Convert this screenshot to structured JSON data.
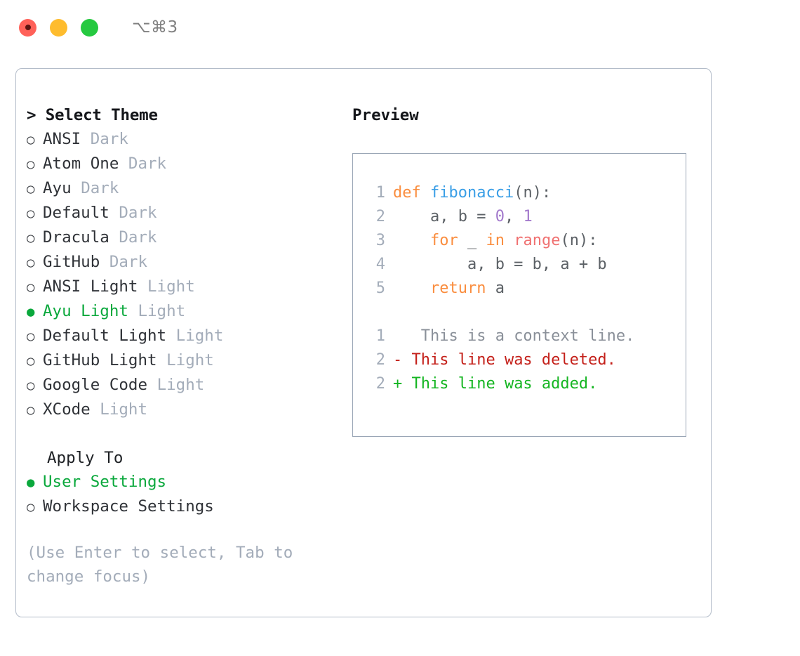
{
  "titlebar": {
    "shortcut": "⌥⌘3",
    "lights": [
      "close",
      "minimize",
      "maximize"
    ]
  },
  "theme_picker": {
    "heading_prefix": "> ",
    "heading": "Select Theme",
    "items": [
      {
        "marker": "○",
        "name": "ANSI",
        "variant": "Dark",
        "selected": false
      },
      {
        "marker": "○",
        "name": "Atom One",
        "variant": "Dark",
        "selected": false
      },
      {
        "marker": "○",
        "name": "Ayu",
        "variant": "Dark",
        "selected": false
      },
      {
        "marker": "○",
        "name": "Default",
        "variant": "Dark",
        "selected": false
      },
      {
        "marker": "○",
        "name": "Dracula",
        "variant": "Dark",
        "selected": false
      },
      {
        "marker": "○",
        "name": "GitHub",
        "variant": "Dark",
        "selected": false
      },
      {
        "marker": "○",
        "name": "ANSI Light",
        "variant": "Light",
        "selected": false
      },
      {
        "marker": "●",
        "name": "Ayu Light",
        "variant": "Light",
        "selected": true
      },
      {
        "marker": "○",
        "name": "Default Light",
        "variant": "Light",
        "selected": false
      },
      {
        "marker": "○",
        "name": "GitHub Light",
        "variant": "Light",
        "selected": false
      },
      {
        "marker": "○",
        "name": "Google Code",
        "variant": "Light",
        "selected": false
      },
      {
        "marker": "○",
        "name": "XCode",
        "variant": "Light",
        "selected": false
      }
    ]
  },
  "apply_to": {
    "heading": "Apply To",
    "items": [
      {
        "marker": "●",
        "name": "User Settings",
        "selected": true
      },
      {
        "marker": "○",
        "name": "Workspace Settings",
        "selected": false
      }
    ]
  },
  "hint": "(Use Enter to select, Tab to change focus)",
  "preview": {
    "title": "Preview",
    "code_lines": [
      {
        "n": "1",
        "tokens": [
          {
            "t": "def ",
            "c": "kw"
          },
          {
            "t": "fibonacci",
            "c": "fn"
          },
          {
            "t": "(n):",
            "c": "pun"
          }
        ]
      },
      {
        "n": "2",
        "tokens": [
          {
            "t": "    a, b = ",
            "c": "pun"
          },
          {
            "t": "0",
            "c": "num"
          },
          {
            "t": ", ",
            "c": "pun"
          },
          {
            "t": "1",
            "c": "num"
          }
        ]
      },
      {
        "n": "3",
        "tokens": [
          {
            "t": "    ",
            "c": "pun"
          },
          {
            "t": "for",
            "c": "kw"
          },
          {
            "t": " _ ",
            "c": "pun"
          },
          {
            "t": "in",
            "c": "kw"
          },
          {
            "t": " ",
            "c": "pun"
          },
          {
            "t": "range",
            "c": "call"
          },
          {
            "t": "(n):",
            "c": "pun"
          }
        ]
      },
      {
        "n": "4",
        "tokens": [
          {
            "t": "        a, b = b, a + b",
            "c": "pun"
          }
        ]
      },
      {
        "n": "5",
        "tokens": [
          {
            "t": "    ",
            "c": "pun"
          },
          {
            "t": "return",
            "c": "kw"
          },
          {
            "t": " a",
            "c": "pun"
          }
        ]
      }
    ],
    "diff_lines": [
      {
        "n": "1",
        "sign": " ",
        "text": "  This is a context line.",
        "kind": "diff-ctx"
      },
      {
        "n": "2",
        "sign": "-",
        "text": " This line was deleted.",
        "kind": "diff-del"
      },
      {
        "n": "2",
        "sign": "+",
        "text": " This line was added.",
        "kind": "diff-add"
      }
    ]
  },
  "colors": {
    "selection_green": "#0aa83c",
    "keyword_orange": "#fa8d3e",
    "function_blue": "#399ee6",
    "number_purple": "#a37acc",
    "call_red": "#f07171",
    "diff_deleted": "#c4201a",
    "diff_added": "#14b521",
    "muted_gray": "#a3acb9",
    "border_gray": "#9aa6b6"
  }
}
